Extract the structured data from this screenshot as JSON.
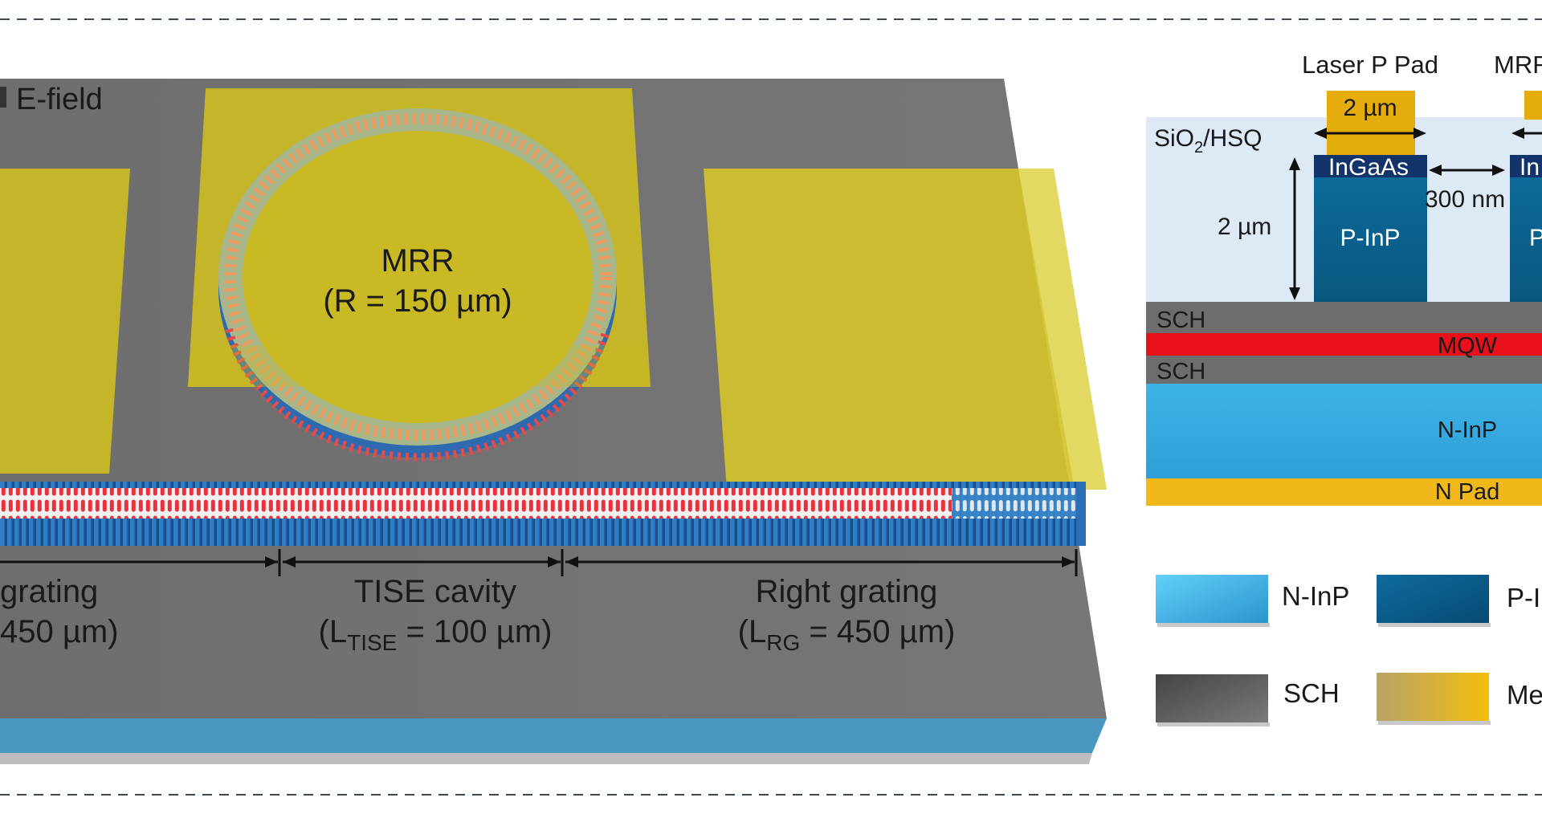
{
  "device": {
    "efield_label": "E-field",
    "mrr_label": "MRR",
    "mrr_radius": "(R = 150 µm)",
    "left_grating": {
      "name": "grating",
      "length_prefix": "450 µm)"
    },
    "tise": {
      "name": "TISE cavity",
      "l_open": "(L",
      "sub": "TISE",
      "value": " = 100 µm)"
    },
    "right_grating": {
      "name": "Right grating",
      "l_open": "(L",
      "sub": "RG",
      "value": " = 450 µm)"
    }
  },
  "cross_section": {
    "laser_pad": "Laser P Pad",
    "mrr_pad": "MRR",
    "pad_width": "2 µm",
    "oxide_main": "SiO",
    "oxide_sub": "2",
    "oxide_rest": "/HSQ",
    "ingaas": "InGaAs",
    "ingaas_partial": "In",
    "gap": "300 nm",
    "height": "2 µm",
    "pinp": "P-InP",
    "pinp_partial": "P",
    "sch": "SCH",
    "mqw": "MQW",
    "ninp": "N-InP",
    "npad": "N Pad"
  },
  "legend": {
    "items": [
      {
        "label": "N-InP",
        "color": "#3fb8ea"
      },
      {
        "label": "P-I",
        "color": "#0a5d8c"
      },
      {
        "label": "SCH",
        "color": "#5a5a5a"
      },
      {
        "label": "Me",
        "color": "#e3b30f"
      }
    ]
  },
  "colors": {
    "sch_gray": "#6d6d6d",
    "metal": "#d8c82e",
    "ninp": "#3aa6de",
    "pinp": "#0b5f8f",
    "mqw": "#e8101a",
    "oxide": "#dde9f5"
  }
}
